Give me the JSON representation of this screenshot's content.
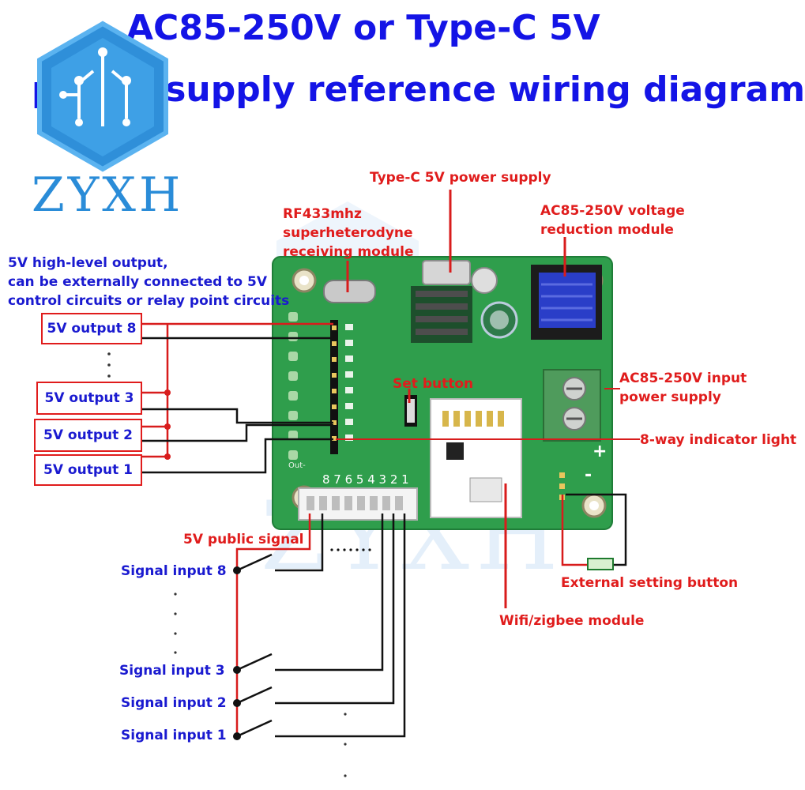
{
  "title": {
    "line1": "AC85-250V or Type-C 5V",
    "line2": "power supply reference wiring diagram"
  },
  "logo": {
    "text": "ZYXH"
  },
  "watermark": {
    "text": "ZYXH"
  },
  "labels": {
    "typec_power": "Type-C 5V power supply",
    "rf_module": [
      "RF433mhz",
      "superheterodyne",
      "receiving module"
    ],
    "ac_reduction": [
      "AC85-250V voltage",
      "reduction module"
    ],
    "output_note": [
      "5V high-level output,",
      "can be externally connected to 5V",
      "control circuits or relay point circuits"
    ],
    "ac_input": [
      "AC85-250V input",
      "power supply"
    ],
    "set_button": "Set button",
    "indicator": "8-way indicator light",
    "public_signal": "5V public signal",
    "external_button": "External setting button",
    "wifi_module": "Wifi/zigbee module"
  },
  "outputs": [
    "5V output 8",
    "5V output 3",
    "5V output 2",
    "5V output 1"
  ],
  "inputs": [
    "Signal input 8",
    "Signal input 3",
    "Signal input 2",
    "Signal input 1"
  ],
  "board": {
    "pin_numbers": "8 7 6 5 4 3 2 1",
    "silk_out": "Out-",
    "silk_plus": "+",
    "silk_minus": "-"
  },
  "colors": {
    "title_blue": "#1414e6",
    "label_blue": "#1a1ad0",
    "label_red": "#e01c1c",
    "pcb_green": "#2f9e4c",
    "wire_black": "#111111"
  }
}
